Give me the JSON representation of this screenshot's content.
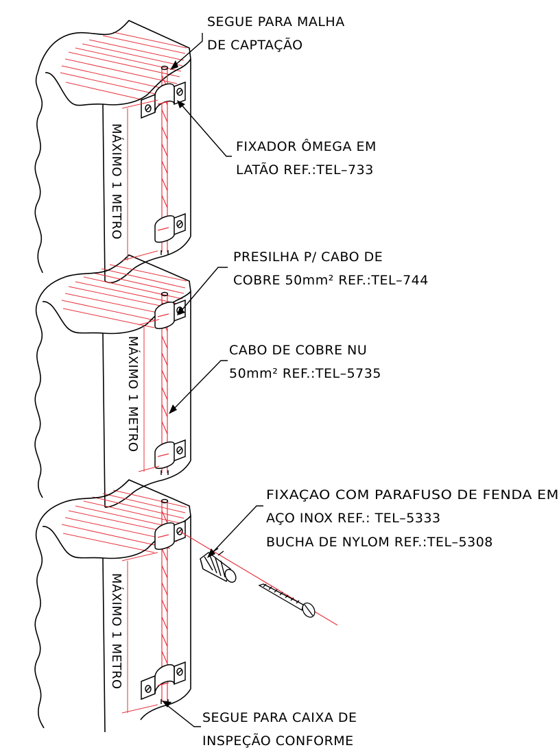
{
  "annotations": {
    "top_continue": [
      "SEGUE PARA MALHA",
      "DE CAPTAÇÃO"
    ],
    "omega_fixer": [
      "FIXADOR ÔMEGA EM",
      "LATÃO REF.:TEL–733"
    ],
    "clip": [
      "PRESILHA P/ CABO DE",
      "COBRE 50mm² REF.:TEL–744"
    ],
    "cable": [
      "CABO DE COBRE NU",
      "50mm² REF.:TEL–5735"
    ],
    "screw_fixing": [
      "FIXAÇAO COM PARAFUSO DE FENDA EM",
      "AÇO INOX REF.: TEL–5333",
      "BUCHA DE NYLOM REF.:TEL–5308"
    ],
    "bottom_continue": [
      "SEGUE PARA CAIXA DE",
      "INSPEÇÃO CONFORME"
    ]
  },
  "spacing_label": "MÁXIMO 1 METRO",
  "colors": {
    "line": "#000000",
    "hatch": "#e8323c",
    "cable": "#e8323c",
    "background": "#ffffff"
  }
}
